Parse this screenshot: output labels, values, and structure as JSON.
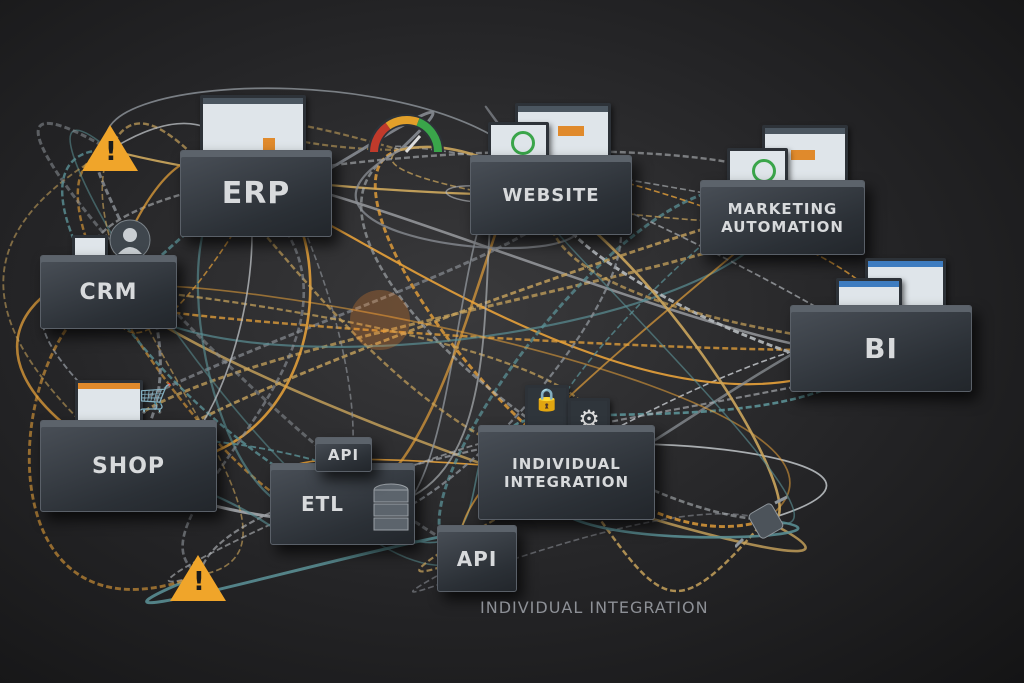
{
  "nodes": {
    "erp": "ERP",
    "website": "WEBSITE",
    "marketing": "MARKETING AUTOMATION",
    "crm": "CRM",
    "bi": "BI",
    "shop": "SHOP",
    "etl": "ETL",
    "api_top": "API",
    "integration": "INDIVIDUAL INTEGRATION",
    "api_bottom": "API"
  },
  "caption": "INDIVIDUAL INTEGRATION",
  "icons": [
    "warning-icon",
    "gauge-icon",
    "lock-icon",
    "gear-icon",
    "cart-icon",
    "database-icon",
    "plug-icon",
    "user-icon"
  ],
  "colors": {
    "cable_orange": "#e8a23a",
    "cable_gray": "#8a8f95",
    "cable_teal": "#5a8f94",
    "warning": "#f0a52a"
  }
}
